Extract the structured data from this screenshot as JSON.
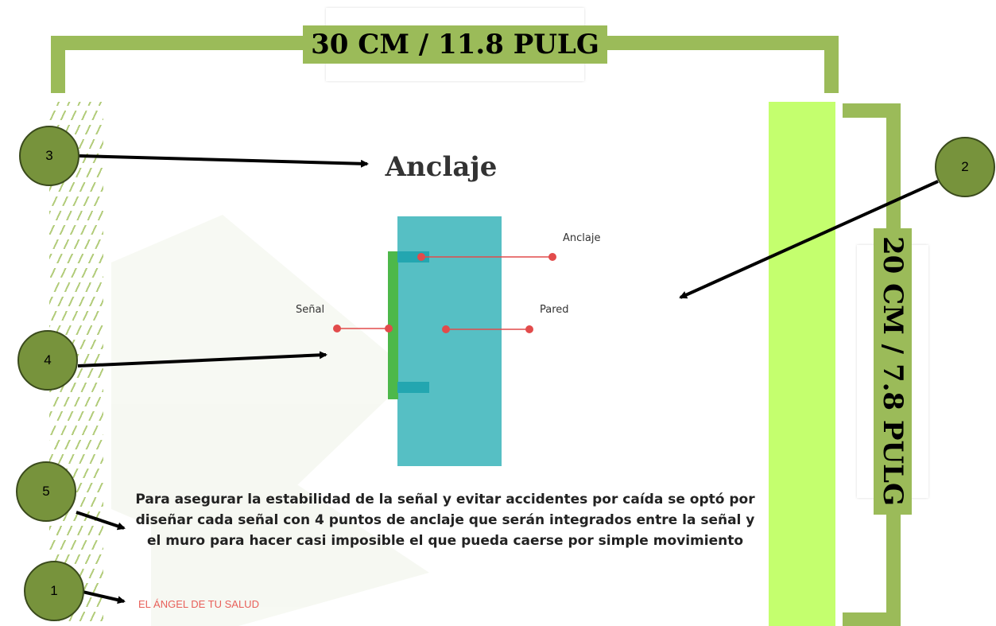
{
  "dimensions": {
    "width_label": "30 CM / 11.8 PULG",
    "height_label": "20 CM / 7.8 PULG"
  },
  "slide": {
    "title": "Anclaje",
    "labels": {
      "anchor": "Anclaje",
      "sign": "Señal",
      "wall": "Pared"
    },
    "body_text": "Para asegurar la estabilidad de la señal y evitar accidentes por caída se optó por diseñar cada señal con 4 puntos de anclaje que serán integrados entre la señal y el muro para hacer casi imposible el que pueda caerse por simple movimiento",
    "footer": "EL ÁNGEL DE TU SALUD"
  },
  "markers": [
    "1",
    "2",
    "3",
    "4",
    "5"
  ],
  "colors": {
    "bracket_green": "#9bbb59",
    "lime_strip": "#c4ff6e",
    "wall_teal": "#56bfc4",
    "sign_green": "#4db84a",
    "anchor_teal": "#23a6b0",
    "pointer_red": "#e24b4b",
    "marker_green": "#77933c",
    "brand_red": "#e8605a"
  }
}
